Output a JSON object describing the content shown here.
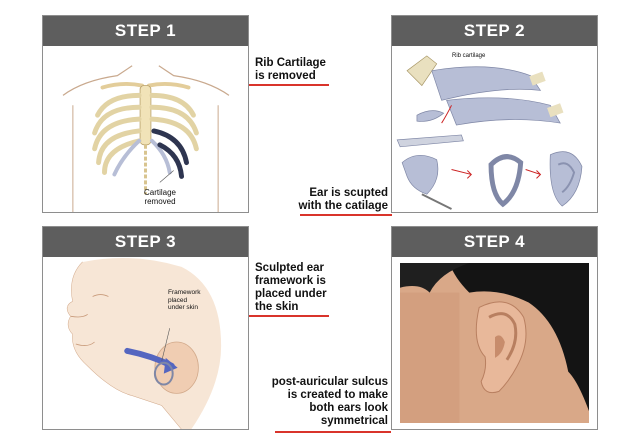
{
  "steps": [
    {
      "title": "STEP 1",
      "caption_lines": [
        "Rib Cartilage",
        "is removed"
      ],
      "art_label_lines": [
        "Cartilage",
        "removed"
      ]
    },
    {
      "title": "STEP 2",
      "caption_lines": [
        "Ear is scupted",
        "with the catilage"
      ],
      "art_label_lines": [
        "Rib cartilage"
      ]
    },
    {
      "title": "STEP 3",
      "caption_lines": [
        "Sculpted ear",
        "framework is",
        "placed under",
        "the skin"
      ],
      "art_label_lines": [
        "Framework",
        "placed",
        "under skin"
      ]
    },
    {
      "title": "STEP 4",
      "caption_lines": [
        "post-auricular sulcus",
        "is created to make",
        "both ears look",
        "symmetrical"
      ]
    }
  ],
  "colors": {
    "header": "#5e5e5e",
    "accent": "#d9342b",
    "cartilage": "#b7bed6",
    "skin": "#f0d6c0"
  }
}
